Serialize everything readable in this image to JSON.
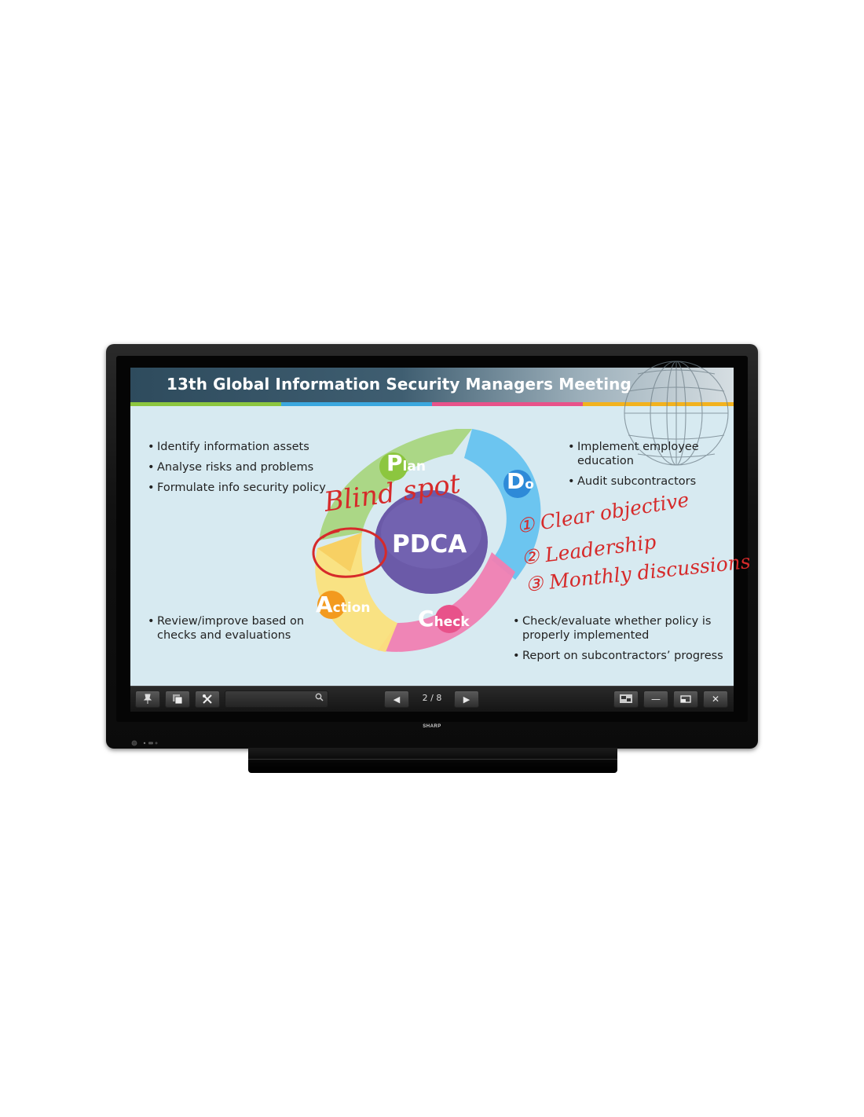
{
  "slide": {
    "title": "13th Global Information Security Managers Meeting",
    "left_top_bullets": [
      "Identify information assets",
      "Analyse risks and problems",
      "Formulate info security policy"
    ],
    "right_top_bullets": [
      [
        "Implement employee",
        "education"
      ],
      [
        "Audit subcontractors"
      ]
    ],
    "left_bottom_bullets": [
      [
        "Review/improve based on",
        "checks and evaluations"
      ]
    ],
    "right_bottom_bullets": [
      [
        "Check/evaluate whether policy is",
        "properly implemented"
      ],
      [
        "Report on subcontractors’ progress"
      ]
    ],
    "diagram": {
      "center": "PDCA",
      "plan": {
        "cap": "P",
        "rest": "lan"
      },
      "do": {
        "cap": "D",
        "rest": "o"
      },
      "check": {
        "cap": "C",
        "rest": "heck"
      },
      "action": {
        "cap": "A",
        "rest": "ction"
      }
    },
    "annotations": {
      "blind_spot": "Blind spot",
      "item1": "① Clear objective",
      "item2": "② Leadership",
      "item3": "③ Monthly discussions"
    },
    "colors": {
      "plan": "#8cc63f",
      "do": "#2e8ad8",
      "check": "#e8528a",
      "action": "#f39a1e",
      "center": "#6b5aa8",
      "annotation": "#d62a2a"
    }
  },
  "toolbar": {
    "pin_icon": "pin-icon",
    "pages_icon": "pages-icon",
    "tools_icon": "tools-icon",
    "search_value": "",
    "page_indicator": "2 / 8",
    "prev_icon": "triangle-left-icon",
    "next_icon": "triangle-right-icon",
    "minimize_glyph": "—",
    "close_glyph": "✕",
    "prev_glyph": "◀",
    "next_glyph": "▶"
  },
  "brand": "SHARP"
}
